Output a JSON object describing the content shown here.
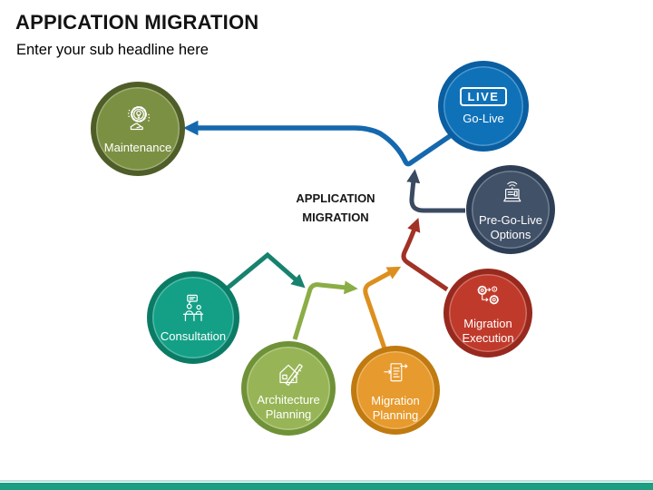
{
  "slide": {
    "title": "APPICATION MIGRATION",
    "subtitle": "Enter your sub headline here",
    "center_label": "APPLICATION MIGRATION"
  },
  "nodes": [
    {
      "id": "maintenance",
      "label": "Maintenance",
      "icon": "gear-hand-maintenance-icon",
      "fill": "#7c9043",
      "border": "#4f5e28"
    },
    {
      "id": "go-live",
      "label": "Go-Live",
      "icon": "live-badge-icon",
      "badge_text": "LIVE",
      "fill": "#0f72b9",
      "border": "#0a5ea2"
    },
    {
      "id": "pre-go-live-options",
      "label": "Pre-Go-Live Options",
      "icon": "laptop-wifi-icon",
      "fill": "#415168",
      "border": "#2d3e55"
    },
    {
      "id": "migration-execution",
      "label": "Migration Execution",
      "icon": "gears-flow-icon",
      "fill": "#c03a2b",
      "border": "#98291e"
    },
    {
      "id": "migration-planning",
      "label": "Migration Planning",
      "icon": "document-arrows-icon",
      "fill": "#e79a2d",
      "border": "#c07a10"
    },
    {
      "id": "architecture-planning",
      "label": "Architecture Planning",
      "icon": "house-pencil-icon",
      "fill": "#97b556",
      "border": "#6f9238"
    },
    {
      "id": "consultation",
      "label": "Consultation",
      "icon": "people-desk-icon",
      "fill": "#13a086",
      "border": "#0c7b65"
    }
  ],
  "connectors": [
    {
      "from": "consultation",
      "to": "architecture-planning",
      "color": "#17826e"
    },
    {
      "from": "architecture-planning",
      "to": "migration-planning",
      "color": "#8aad45"
    },
    {
      "from": "migration-planning",
      "to": "migration-execution",
      "color": "#dd8f1e"
    },
    {
      "from": "migration-execution",
      "to": "pre-go-live-options",
      "color": "#a23126"
    },
    {
      "from": "pre-go-live-options",
      "to": "go-live",
      "color": "#3a4a61"
    },
    {
      "from": "go-live",
      "to": "maintenance",
      "color": "#1568ae"
    }
  ],
  "footer": {
    "bar_color": "#1b9e82",
    "line_color": "#bfe0da"
  }
}
